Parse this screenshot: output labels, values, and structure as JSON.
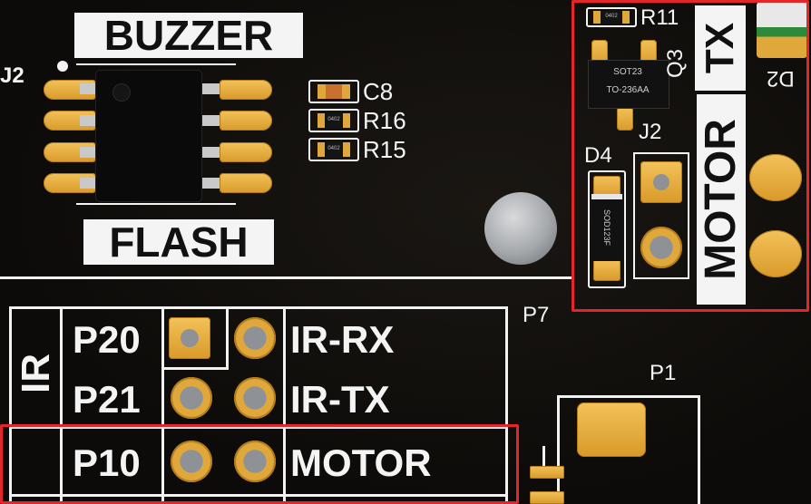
{
  "labels": {
    "buzzer": "BUZZER",
    "flash": "FLASH",
    "j2_left": "J2",
    "c8": "C8",
    "r16": "R16",
    "r15": "R15",
    "r11": "R11",
    "q3": "Q3",
    "tx": "TX",
    "motor_vertical": "MOTOR",
    "d2": "D2",
    "d4": "D4",
    "j2_right": "J2",
    "sot23": "SOT23",
    "to236aa": "TO-236AA",
    "sod123f": "SOD123F",
    "p7": "P7",
    "p1": "P1",
    "ir": "IR",
    "p20": "P20",
    "p21": "P21",
    "p10": "P10",
    "ir_rx": "IR-RX",
    "ir_tx": "IR-TX",
    "motor": "MOTOR",
    "code_0402_a": "0402",
    "code_0402_b": "0402",
    "code_0402_c": "0402"
  },
  "colors": {
    "board": "#0e0c0a",
    "silkscreen": "#f4f4f4",
    "pad_gold": "#e0a83a",
    "highlight": "#e4262a"
  }
}
